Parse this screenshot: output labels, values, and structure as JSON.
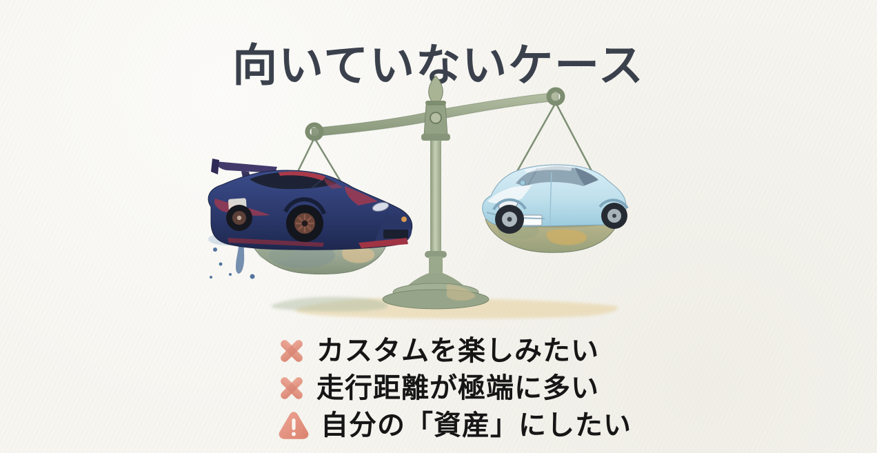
{
  "page": {
    "title": "向いていないケース"
  },
  "colors": {
    "background": "#f7f6f1",
    "title_text": "#3b414c",
    "list_text": "#161616",
    "cross_icon": "#e18a78",
    "warning_icon": "#df8472",
    "scale_metal": "#9aa88e",
    "race_car_body": "#2c3a6e",
    "race_car_accent": "#a63a4a",
    "compact_car_body": "#bfe0ec"
  },
  "illustration": {
    "name": "watercolor-balance-scale",
    "left_pan_item": "racing-sports-car",
    "right_pan_item": "compact-hatchback-car"
  },
  "list": {
    "items": [
      {
        "icon": "cross-icon",
        "text": "カスタムを楽しみたい"
      },
      {
        "icon": "cross-icon",
        "text": "走行距離が極端に多い"
      },
      {
        "icon": "warning-icon",
        "text": "自分の「資産」にしたい"
      }
    ]
  }
}
